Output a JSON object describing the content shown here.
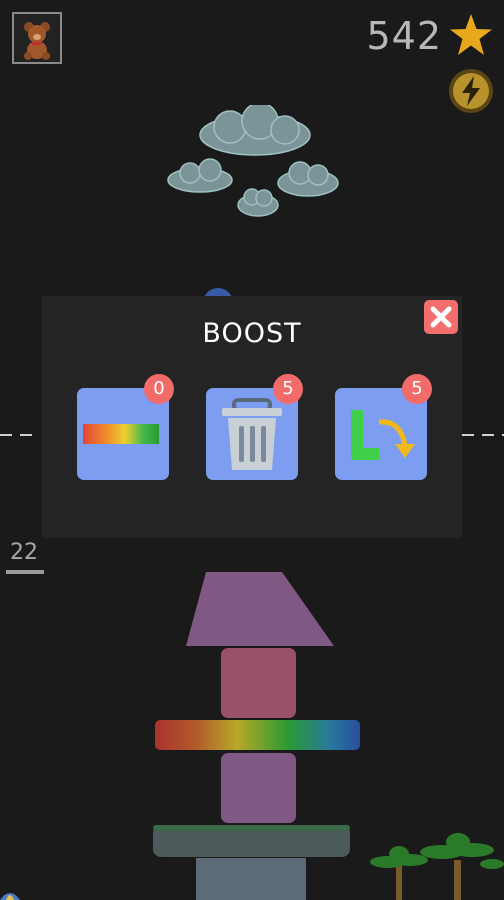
{
  "hud": {
    "score": "542"
  },
  "level": {
    "height_marker": "22"
  },
  "dialog": {
    "title": "BOOST",
    "boosts": [
      {
        "name": "rainbow-block",
        "count": "0"
      },
      {
        "name": "trash",
        "count": "5"
      },
      {
        "name": "rotate",
        "count": "5"
      }
    ]
  },
  "colors": {
    "background": "#1a1a1a",
    "dialog_bg": "#242424",
    "tile_bg": "#7d9df0",
    "badge": "#f26b6b",
    "star": "#e8a81d",
    "cloud": "#7a9497"
  }
}
